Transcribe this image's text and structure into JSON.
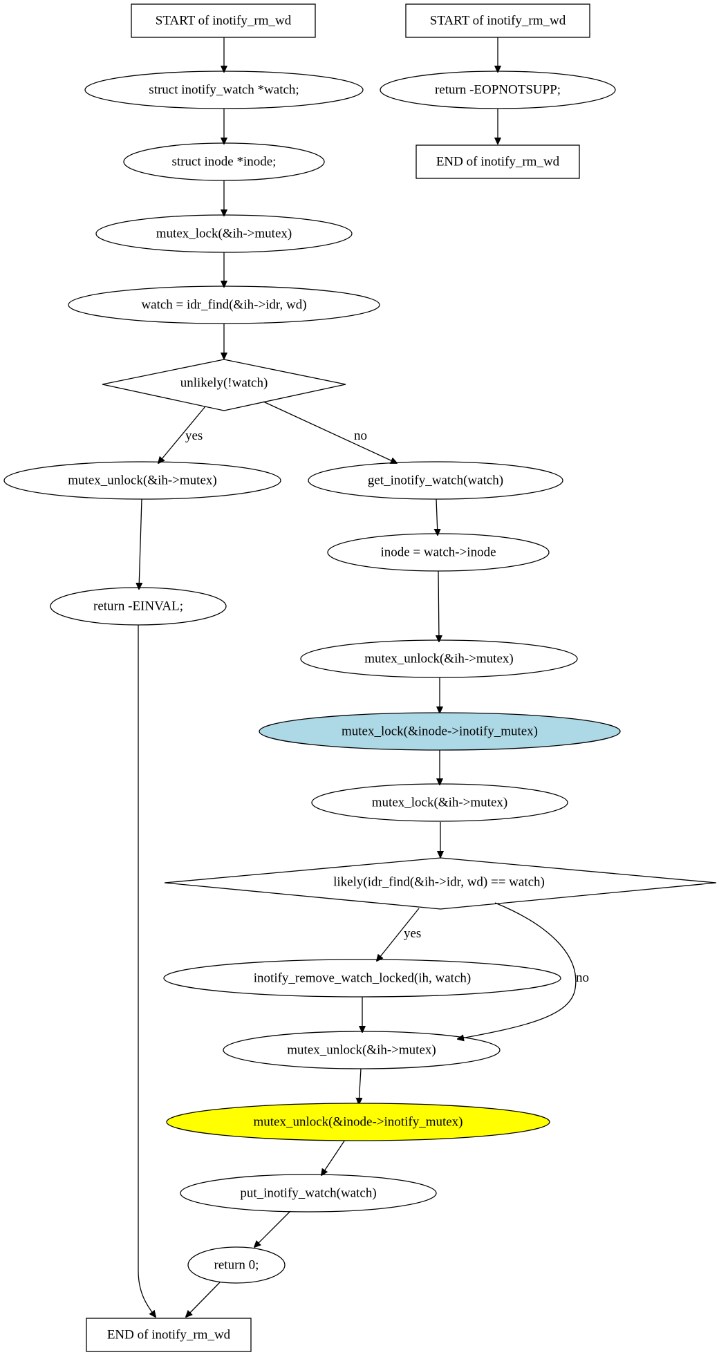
{
  "colors": {
    "highlight_lock": "#add8e6",
    "highlight_unlock": "#ffff00",
    "stroke": "#000000",
    "background": "#ffffff"
  },
  "nodes": {
    "start_main": "START of inotify_rm_wd",
    "decl_watch": "struct inotify_watch *watch;",
    "decl_inode": "struct inode *inode;",
    "lock_ih_1": "mutex_lock(&ih->mutex)",
    "idr_find": "watch = idr_find(&ih->idr, wd)",
    "cond_unlikely": "unlikely(!watch)",
    "unlock_ih_err": "mutex_unlock(&ih->mutex)",
    "return_einval": "return -EINVAL;",
    "get_watch": "get_inotify_watch(watch)",
    "inode_assign": "inode = watch->inode",
    "unlock_ih_2": "mutex_unlock(&ih->mutex)",
    "lock_inode": "mutex_lock(&inode->inotify_mutex)",
    "lock_ih_2": "mutex_lock(&ih->mutex)",
    "cond_likely": "likely(idr_find(&ih->idr, wd) == watch)",
    "remove_watch": "inotify_remove_watch_locked(ih, watch)",
    "unlock_ih_3": "mutex_unlock(&ih->mutex)",
    "unlock_inode": "mutex_unlock(&inode->inotify_mutex)",
    "put_watch": "put_inotify_watch(watch)",
    "return_zero": "return 0;",
    "end_main": "END of inotify_rm_wd",
    "start_alt": "START of inotify_rm_wd",
    "return_eopnotsupp": "return -EOPNOTSUPP;",
    "end_alt": "END of inotify_rm_wd"
  },
  "edge_labels": {
    "unlikely_yes": "yes",
    "unlikely_no": "no",
    "likely_yes": "yes",
    "likely_no": "no"
  }
}
